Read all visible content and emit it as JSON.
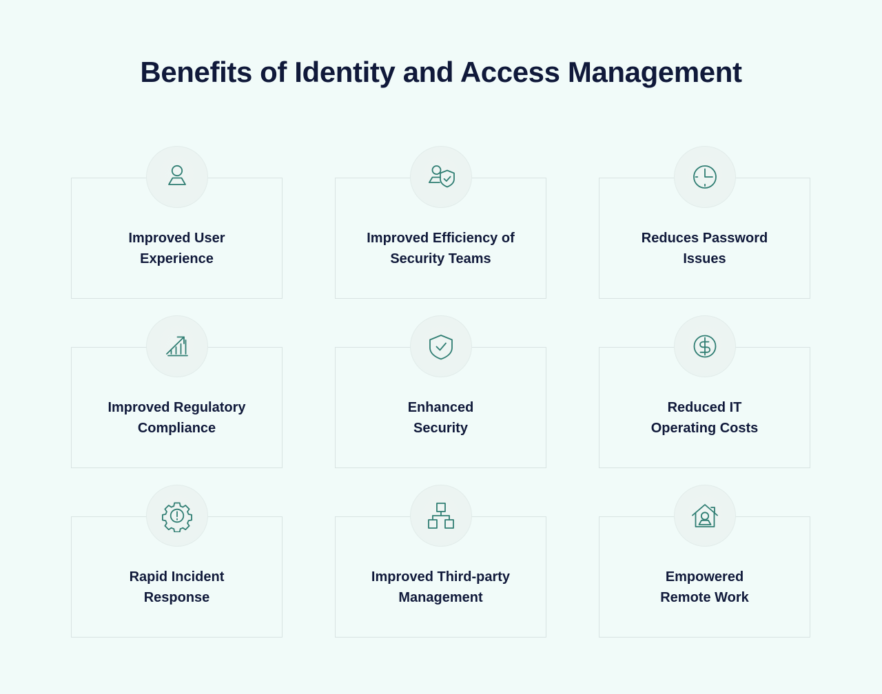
{
  "page": {
    "title": "Benefits of Identity and Access Management",
    "background_color": "#f1fbf9",
    "title_color": "#10193a",
    "icon_color": "#2f7d72",
    "card_border_color": "#d8e3e2"
  },
  "cards": [
    {
      "label": "Improved User\nExperience",
      "icon": "user-icon"
    },
    {
      "label": "Improved Efficiency of\nSecurity Teams",
      "icon": "user-shield-check-icon"
    },
    {
      "label": "Reduces Password\nIssues",
      "icon": "clock-icon"
    },
    {
      "label": "Improved Regulatory\nCompliance",
      "icon": "growth-chart-arrow-icon"
    },
    {
      "label": "Enhanced\nSecurity",
      "icon": "shield-check-icon"
    },
    {
      "label": "Reduced IT\nOperating Costs",
      "icon": "dollar-coin-icon"
    },
    {
      "label": "Rapid Incident\nResponse",
      "icon": "gear-alert-icon"
    },
    {
      "label": "Improved Third-party\nManagement",
      "icon": "org-chart-icon"
    },
    {
      "label": "Empowered\nRemote Work",
      "icon": "house-person-icon"
    }
  ]
}
